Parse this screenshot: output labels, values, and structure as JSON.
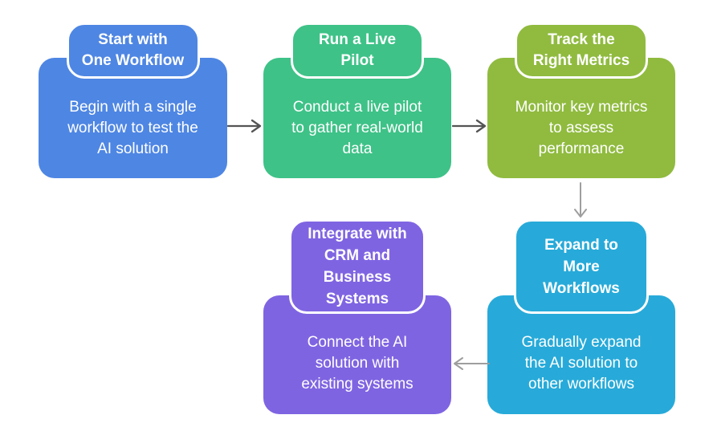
{
  "ui": {
    "background_color": "#ffffff",
    "text_color": "#ffffff",
    "header_border_color": "#ffffff"
  },
  "steps": [
    {
      "title": "Start with\nOne Workflow",
      "body": "Begin with a single\nworkflow to test the\nAI solution",
      "color": "#4e86e3"
    },
    {
      "title": "Run a Live\nPilot",
      "body": "Conduct a live pilot\nto gather real-world\ndata",
      "color": "#3ec287"
    },
    {
      "title": "Track the\nRight Metrics",
      "body": "Monitor key metrics\nto assess\nperformance",
      "color": "#90bb3f"
    },
    {
      "title": "Expand to\nMore\nWorkflows",
      "body": "Gradually expand\nthe AI solution to\nother workflows",
      "color": "#27aad9"
    },
    {
      "title": "Integrate with\nCRM and\nBusiness\nSystems",
      "body": "Connect the AI\nsolution with\nexisting systems",
      "color": "#7f64e2"
    }
  ],
  "arrows": [
    {
      "direction": "right",
      "color": "#545454"
    },
    {
      "direction": "right",
      "color": "#545454"
    },
    {
      "direction": "down",
      "color": "#9e9e9e"
    },
    {
      "direction": "left",
      "color": "#9e9e9e"
    }
  ]
}
